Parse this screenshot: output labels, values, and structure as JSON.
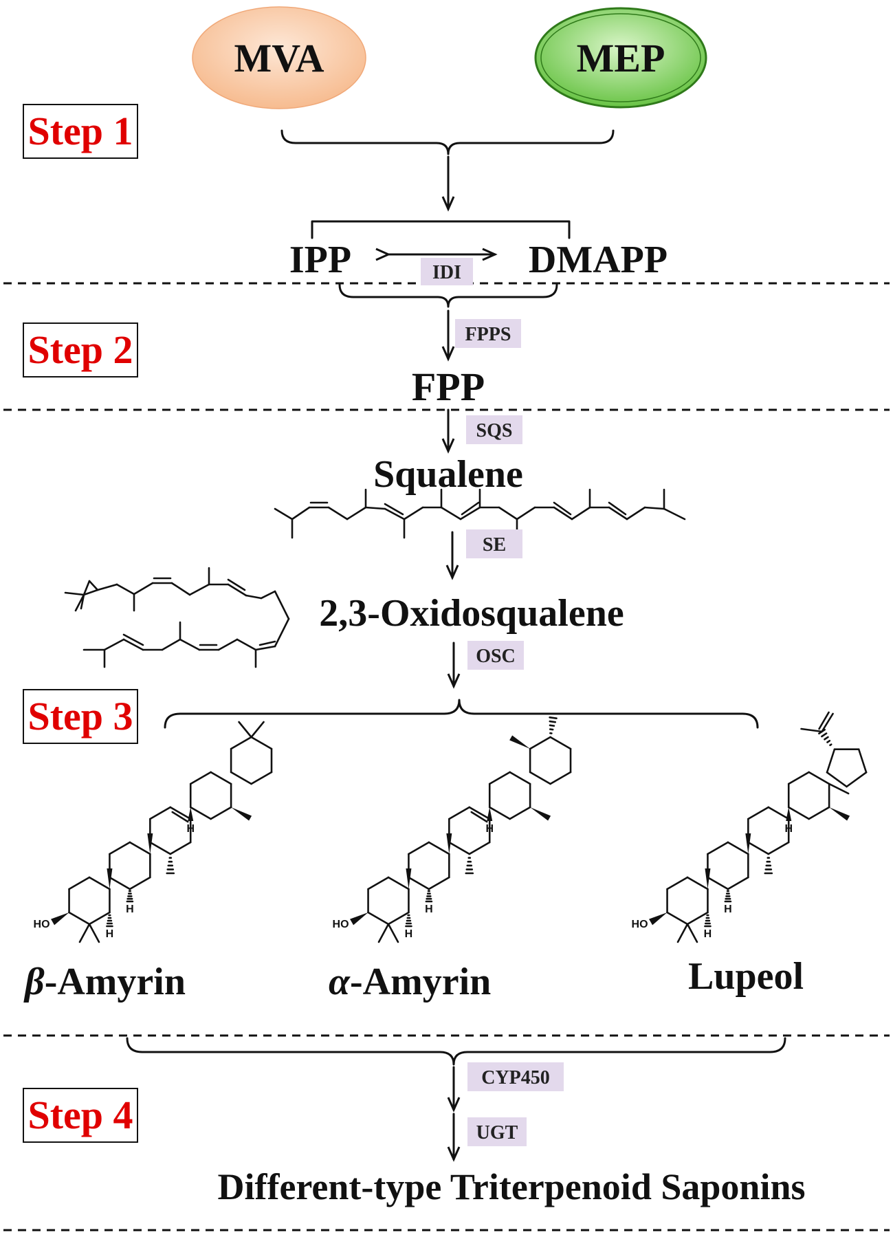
{
  "steps": [
    "Step 1",
    "Step 2",
    "Step 3",
    "Step 4"
  ],
  "precursors": {
    "mva": "MVA",
    "mep": "MEP"
  },
  "compounds": {
    "ipp": "IPP",
    "dmapp": "DMAPP",
    "fpp": "FPP",
    "squalene": "Squalene",
    "oxidosqualene": "2,3-Oxidosqualene",
    "lupeol": "Lupeol",
    "saponins": "Different-type Triterpenoid Saponins"
  },
  "amyrins": {
    "beta_symbol": "β",
    "beta_name": "-Amyrin",
    "alpha_symbol": "α",
    "alpha_name": "-Amyrin"
  },
  "enzymes": {
    "idi": "IDI",
    "fpps": "FPPS",
    "sqs": "SQS",
    "se": "SE",
    "osc": "OSC",
    "cyp450": "CYP450",
    "ugt": "UGT"
  },
  "structure_labels": {
    "ho": "HO",
    "h": "H"
  },
  "colors": {
    "step_text": "#e00000",
    "enzyme_bg": "#e3d9ec",
    "mva_fill": "#f6b88a",
    "mep_fill": "#5fbf3a",
    "mep_stroke": "#2f7a1a"
  }
}
